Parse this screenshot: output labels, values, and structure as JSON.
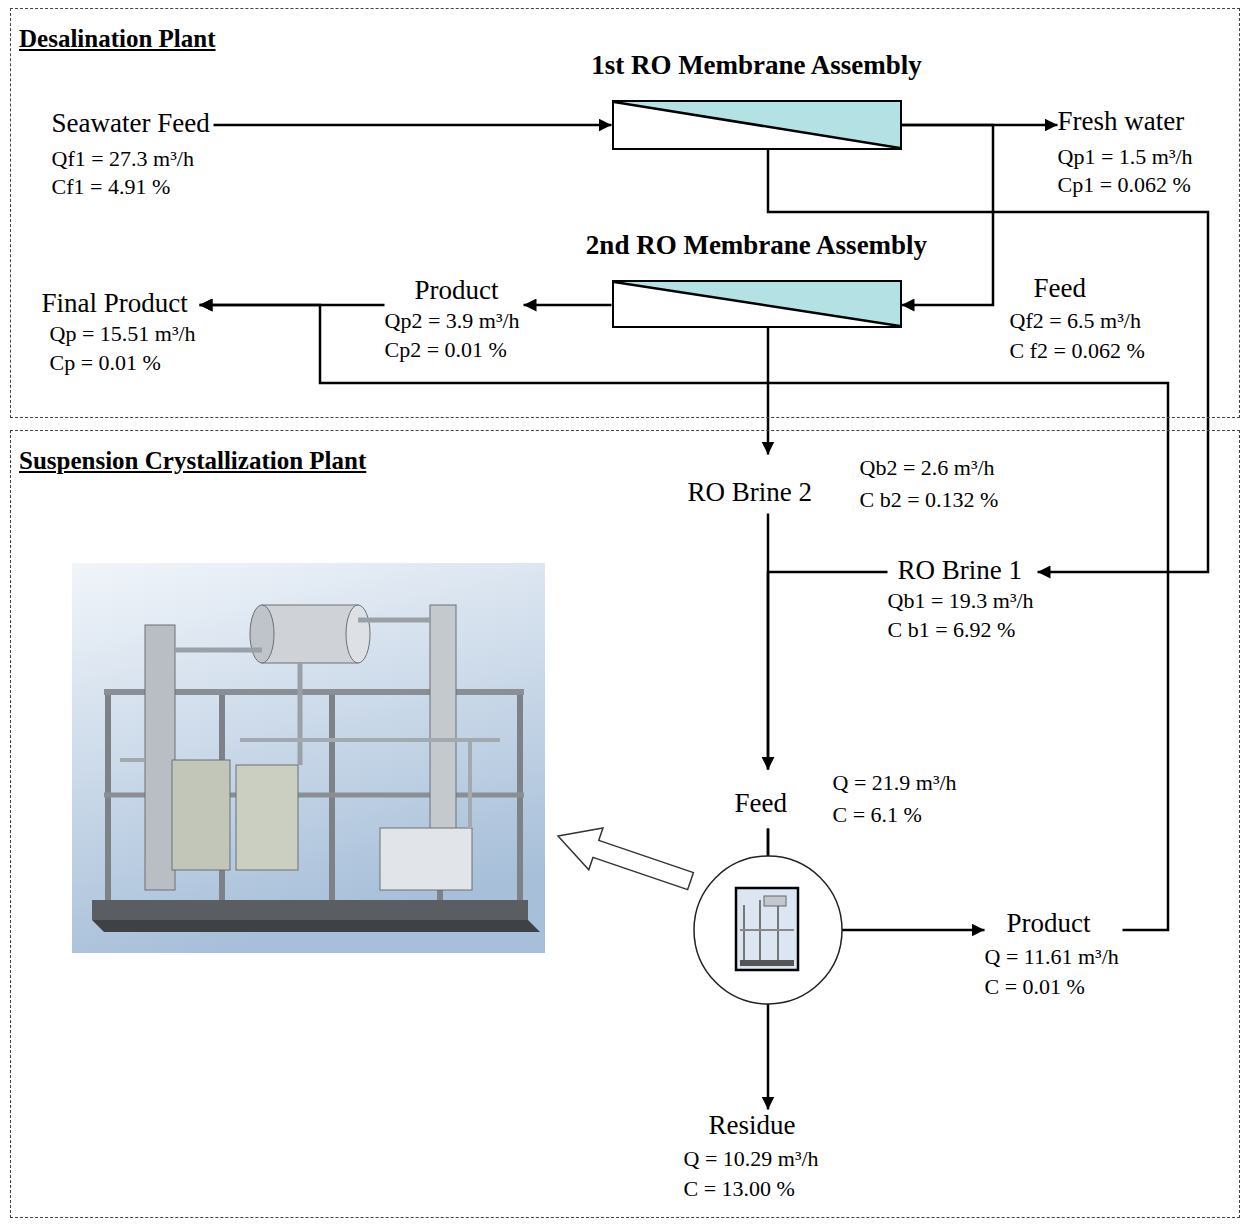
{
  "diagram": {
    "nodes": [
      {
        "text": [
          "Desalination Plant"
        ]
      },
      {
        "text": [
          "Seawater Feed",
          "Qf1 = 27.3 m³/h",
          "Cf1 = 4.91 %"
        ],
        "in": 0
      },
      {
        "text": [
          "1st RO Membrane Assembly"
        ],
        "in": 0
      },
      {
        "text": [
          "Fresh water",
          "Qp1 = 1.5 m³/h",
          "Cp1 = 0.062 %"
        ],
        "in": 0
      },
      {
        "text": [
          "2nd RO Membrane Assembly"
        ],
        "in": 0
      },
      {
        "text": [
          "Final Product",
          "Qp = 15.51 m³/h",
          "Cp = 0.01 %"
        ],
        "in": 0
      },
      {
        "text": [
          "Product",
          "Qp2 = 3.9 m³/h",
          "Cp2 = 0.01 %"
        ],
        "in": 0
      },
      {
        "text": [
          "Feed",
          "Qf2 = 6.5 m³/h",
          "C f2 = 0.062 %"
        ],
        "in": 0
      },
      {
        "text": [
          "Suspension Crystallization Plant"
        ]
      },
      {
        "text": [
          "RO Brine 2",
          "Qb2 = 2.6 m³/h",
          "C b2 = 0.132 %"
        ],
        "in": 8
      },
      {
        "text": [
          "RO Brine 1",
          "Qb1 = 19.3 m³/h",
          "C b1 = 6.92 %"
        ],
        "in": 8
      },
      {
        "text": [
          "Feed",
          "Q = 21.9 m³/h",
          "C = 6.1 %"
        ],
        "in": 8
      },
      {
        "text": [
          "Product",
          "Q = 11.61 m³/h",
          "C = 0.01 %"
        ],
        "in": 8
      },
      {
        "text": [
          "Residue",
          "Q = 10.29 m³/h",
          "C = 13.00 %"
        ],
        "in": 8
      }
    ],
    "edges": [
      {
        "from": 1,
        "to": 2,
        "arrow": "to"
      },
      {
        "from": 2,
        "to": 3,
        "arrow": "to"
      },
      {
        "from": 2,
        "to": 4,
        "arrow": "to"
      },
      {
        "from": 2,
        "to": 10,
        "arrow": "to"
      },
      {
        "from": 4,
        "to": 6,
        "arrow": "to"
      },
      {
        "from": 6,
        "to": 5,
        "arrow": "to"
      },
      {
        "from": 4,
        "to": 9,
        "arrow": "to"
      },
      {
        "from": 9,
        "to": 11,
        "arrow": "to"
      },
      {
        "from": 10,
        "to": 11,
        "arrow": "to"
      },
      {
        "from": 11,
        "to": 12,
        "arrow": "to"
      },
      {
        "from": 11,
        "to": 13,
        "arrow": "to"
      },
      {
        "from": 12,
        "to": 5,
        "arrow": "to"
      }
    ]
  }
}
